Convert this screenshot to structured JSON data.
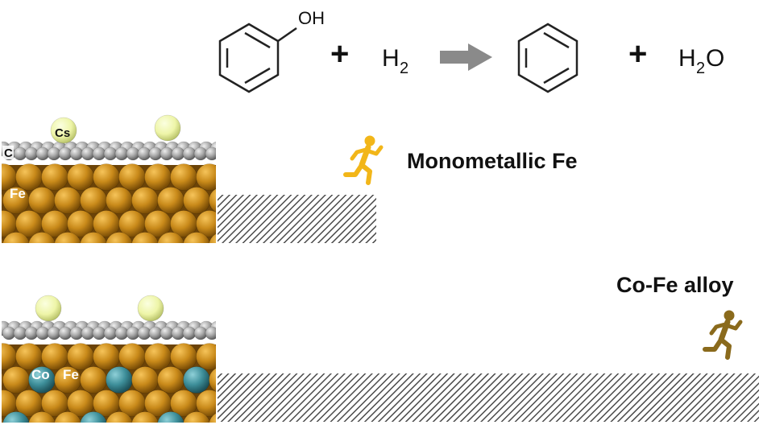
{
  "equation": {
    "reactant_substituent": "OH",
    "plus_1": "+",
    "hydrogen_symbol": "H",
    "hydrogen_subscript": "2",
    "plus_2": "+",
    "water_h": "H",
    "water_subscript": "2",
    "water_o": "O"
  },
  "monometallic": {
    "title": "Monometallic Fe",
    "label_promoter": "Cs",
    "label_carbon": "C",
    "label_metal": "Fe",
    "runner_color": "#f2b619"
  },
  "alloy": {
    "title": "Co-Fe alloy",
    "label_co": "Co",
    "label_fe": "Fe",
    "runner_color": "#8a6a1c"
  },
  "colors": {
    "fe_atom": "#c98a1a",
    "co_atom": "#3e8f9a",
    "carbon_atom": "#a7a7a7",
    "cs_atom": "#eef5a8",
    "arrow": "#8a8a8a",
    "hatch": "#4a4a4a"
  }
}
